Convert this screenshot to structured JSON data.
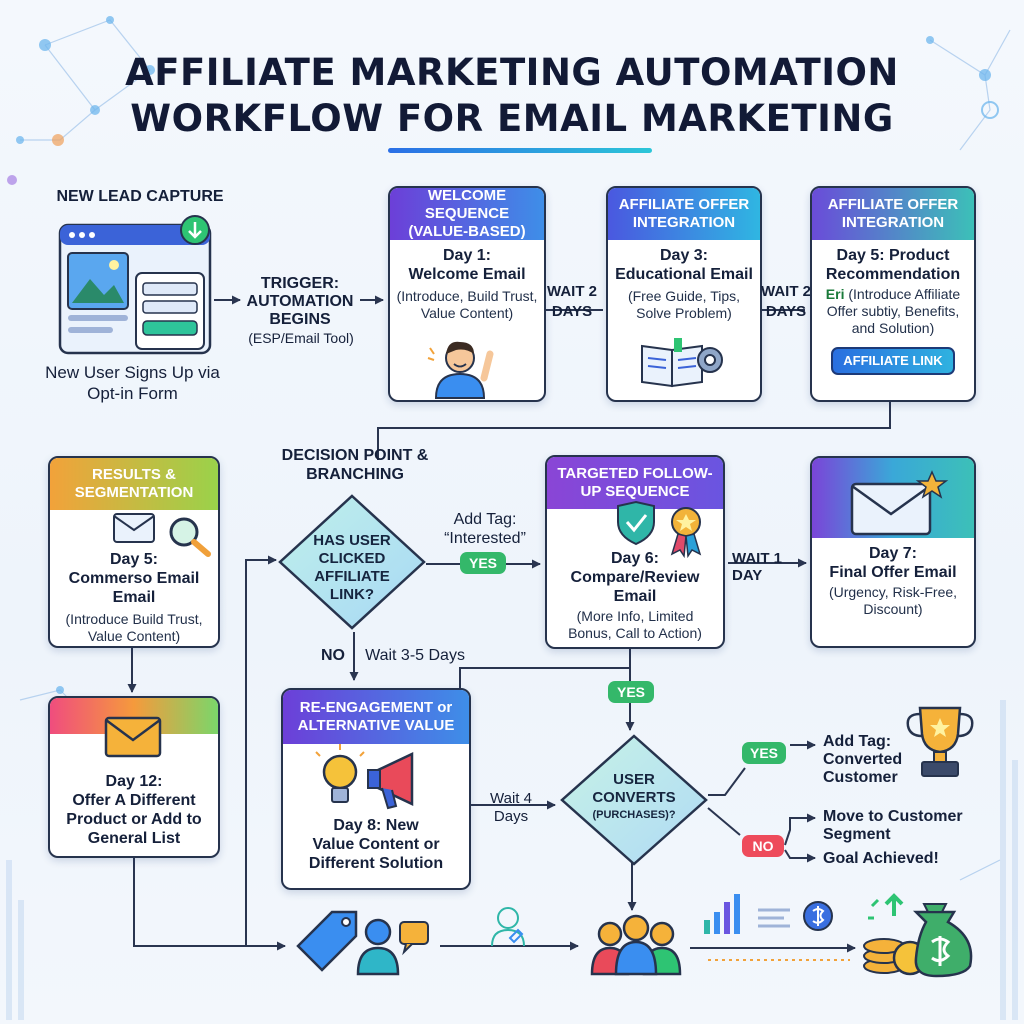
{
  "title": {
    "line1": "AFFILIATE MARKETING AUTOMATION",
    "line2": "WORKFLOW FOR EMAIL MARKETING"
  },
  "lead_capture": {
    "heading": "NEW LEAD CAPTURE",
    "caption": "New User Signs Up via Opt-in Form"
  },
  "trigger": {
    "line1": "TRIGGER:",
    "line2": "AUTOMATION",
    "line3": "BEGINS",
    "line4": "(ESP/Email Tool)"
  },
  "welcome": {
    "header": "WELCOME SEQUENCE (VALUE-BASED)",
    "day": "Day 1:",
    "title": "Welcome Email",
    "detail": "(Introduce, Build Trust, Value Content)"
  },
  "wait_1": "WAIT 2 DAYS",
  "educational": {
    "header": "AFFILIATE OFFER INTEGRATION",
    "day": "Day 3:",
    "title": "Educational Email",
    "detail": "(Free Guide, Tips, Solve Problem)"
  },
  "wait_2": "WAIT 2 DAYS",
  "recommendation": {
    "header": "AFFILIATE OFFER INTEGRATION",
    "day": "Day 5: Product",
    "title": "Recommendation",
    "badge": "Eri",
    "detail": "(Introduce Affiliate Offer subtiy, Benefits, and Solution)",
    "button": "AFFILIATE LINK"
  },
  "decision": {
    "heading": "DECISION POINT & BRANCHING",
    "question": "HAS USER CLICKED AFFILIATE LINK?",
    "add_tag": "Add Tag: “Interested”",
    "yes": "YES",
    "no": "NO",
    "wait": "Wait 3-5 Days"
  },
  "segmentation": {
    "header": "RESULTS & SEGMENTATION",
    "day": "Day 5:",
    "title": "Commerso Email Email",
    "detail": "(Introduce Build Trust, Value Content)"
  },
  "targeted": {
    "header": "TARGETED FOLLOW-UP SEQUENCE",
    "day": "Day 6:",
    "title": "Compare/Review Email",
    "detail": "(More Info, Limited Bonus, Call to Action)"
  },
  "wait_3": "WAIT 1 DAY",
  "final_offer": {
    "day": "Day 7:",
    "title": "Final Offer Email",
    "detail": "(Urgency, Risk-Free, Discount)"
  },
  "day12": {
    "day": "Day 12:",
    "title": "Offer A Different Product or Add to General List"
  },
  "reengagement": {
    "header": "RE-ENGAGEMENT or ALTERNATIVE VALUE",
    "day": "Day 8: New",
    "title": "Value Content or Different Solution"
  },
  "wait_4": "Wait 4 Days",
  "converts": {
    "question": "USER CONVERTS",
    "sub": "(PURCHASES)?",
    "yes_top": "YES",
    "yes": "YES",
    "no": "NO",
    "yes_result": "Add Tag: Converted Customer",
    "no_result_1": "Move to Customer Segment",
    "no_result_2": "Goal Achieved!"
  },
  "colors": {
    "yes_green": "#34b86a",
    "no_red": "#ee4b5b",
    "line": "#2a3550"
  }
}
